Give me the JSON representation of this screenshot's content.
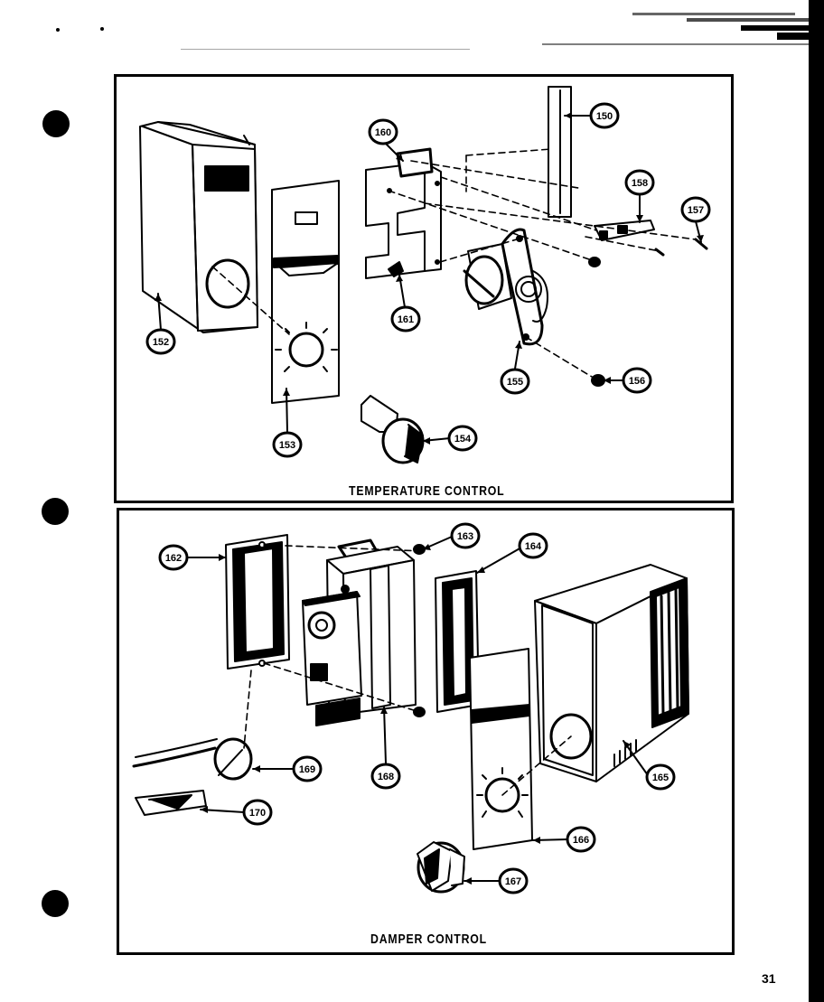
{
  "panels": {
    "top": {
      "title": "TEMPERATURE CONTROL",
      "callouts": [
        "150",
        "160",
        "158",
        "157",
        "152",
        "161",
        "155",
        "156",
        "153",
        "154"
      ]
    },
    "bottom": {
      "title": "DAMPER CONTROL",
      "callouts": [
        "162",
        "163",
        "164",
        "168",
        "169",
        "170",
        "165",
        "166",
        "167"
      ]
    }
  },
  "page_number": "31"
}
